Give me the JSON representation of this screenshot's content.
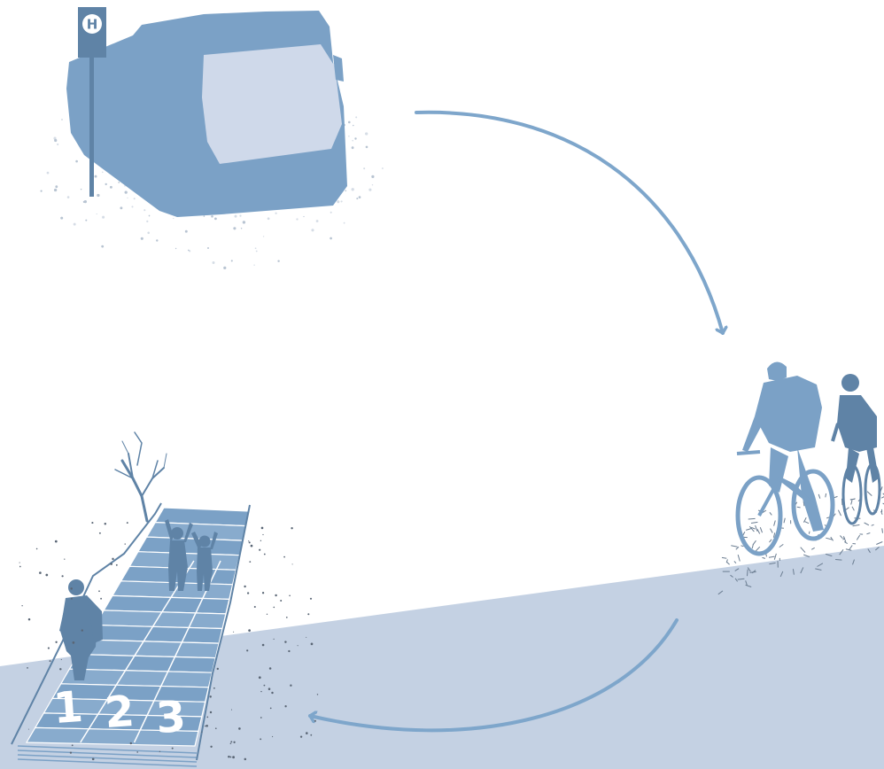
{
  "scene": {
    "bus_stop_sign": {
      "letter": "H"
    },
    "stair_numbers": [
      "1",
      "2",
      "3"
    ],
    "colors": {
      "ground": "#c4d1e3",
      "primary": "#7ba1c6",
      "dark": "#5f83a6",
      "pale": "#cfd9ea",
      "arrow": "#7ea6cb",
      "white": "#ffffff"
    },
    "icons": [
      "bus-icon",
      "bus-stop-sign-icon",
      "cyclists-icon",
      "stairs-icon",
      "children-icon",
      "walker-icon",
      "tree-icon"
    ]
  }
}
